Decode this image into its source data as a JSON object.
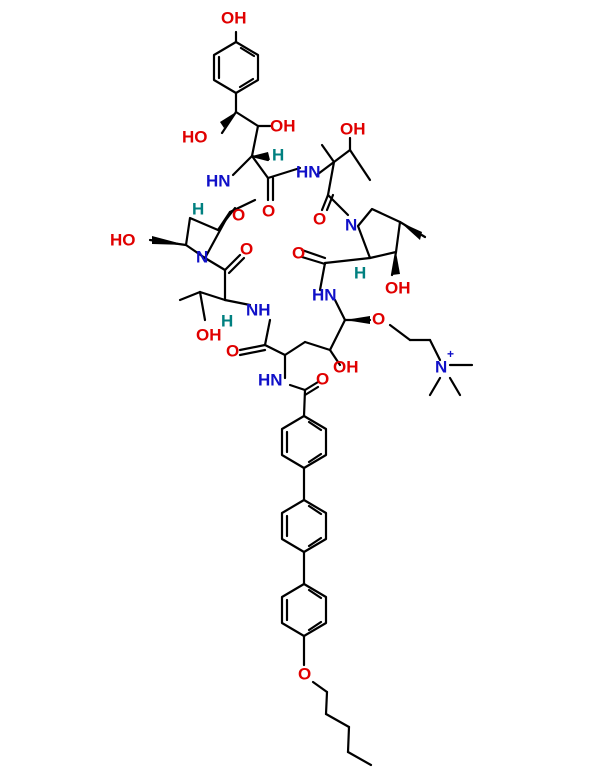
{
  "colors": {
    "oxygen": "#e00000",
    "nitrogen": "#1010c8",
    "stereo_h": "#008080",
    "carbon": "#000000"
  },
  "labels": {
    "oh_phenol": "OH",
    "oh_benzylic": "HO",
    "oh_beta": "OH",
    "h_hpg": "H",
    "nh_hpg": "HN",
    "nh_thr_top": "HN",
    "oh_thr_top": "OH",
    "o_amide1": "O",
    "o_amide2": "O",
    "n_pro_right": "N",
    "o_amide3": "O",
    "ho_hyp": "HO",
    "h_hyp": "H",
    "n_hyp": "N",
    "o_amide4": "O",
    "h_thr_left": "H",
    "nh_thr_left": "NH",
    "oh_thr_left": "OH",
    "o_amide5": "O",
    "h_pro_right": "H",
    "oh_pro_right": "OH",
    "o_amide6": "O",
    "nh_right": "HN",
    "o_ether": "O",
    "oh_orn": "OH",
    "n_plus": "N",
    "plus": "+",
    "nh_acyl": "HN",
    "o_acyl": "O",
    "o_pentyl": "O"
  }
}
